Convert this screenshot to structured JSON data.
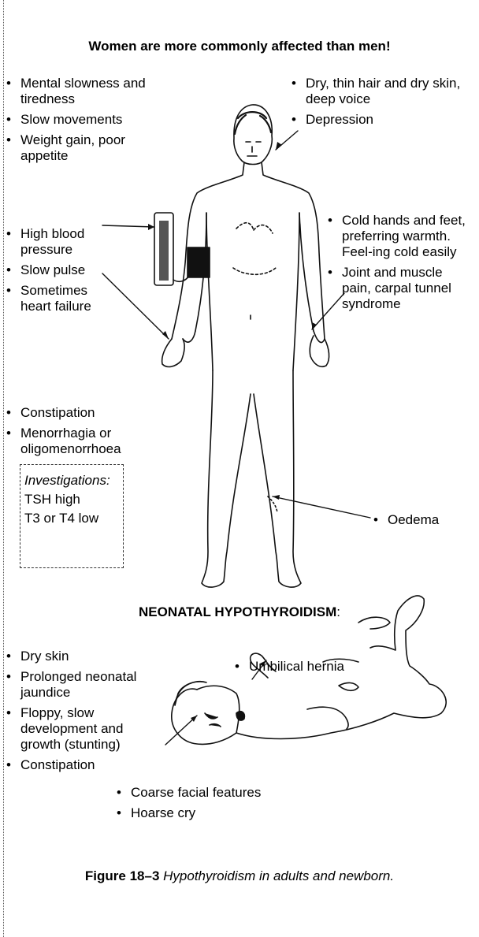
{
  "adult": {
    "heading": "Women are more commonly affected than men!",
    "left_top": [
      "Mental slowness and tiredness",
      "Slow movements",
      "Weight gain, poor appetite"
    ],
    "left_mid": [
      "High blood pressure",
      "Slow pulse",
      "Sometimes heart failure"
    ],
    "left_low": [
      "Constipation",
      "Menorrhagia or oligomenorrhoea"
    ],
    "right_top": [
      "Dry, thin hair and dry skin, deep voice",
      "Depression"
    ],
    "right_mid": [
      "Cold hands and feet, preferring warmth.  Feel-ing cold easily",
      "Joint and muscle pain, carpal tunnel syndrome"
    ],
    "oedema": "Oedema",
    "investigations": {
      "title": "Investigations:",
      "lines": [
        "TSH high",
        "T3 or T4 low"
      ]
    }
  },
  "neonatal": {
    "heading": "NEONATAL HYPOTHYROIDISM",
    "heading_suffix": ":",
    "left": [
      "Dry skin",
      "Prolonged neonatal jaundice",
      "Floppy, slow development and growth (stunting)",
      "Constipation"
    ],
    "umbilical": "Umbilical hernia",
    "bottom": [
      "Coarse facial features",
      "Hoarse cry"
    ]
  },
  "caption": {
    "label": "Figure 18–3",
    "text": "Hypothyroidism in adults and newborn."
  }
}
